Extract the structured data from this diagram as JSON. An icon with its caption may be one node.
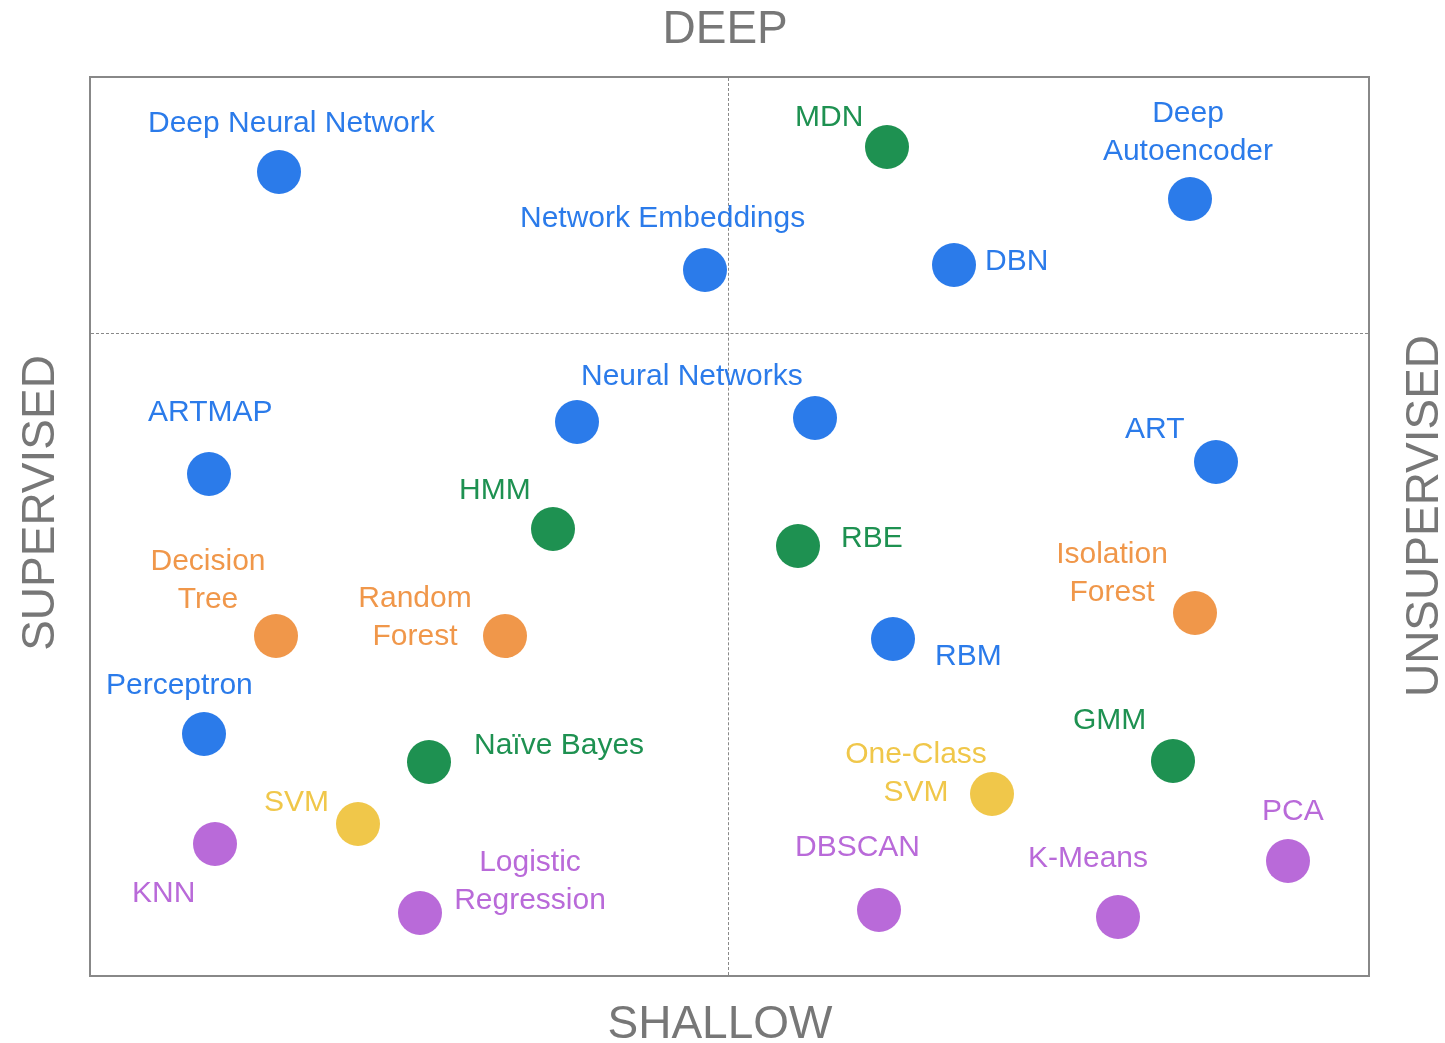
{
  "diagram": {
    "labels": [
      "DEEP",
      "Deep Neural Network",
      "MDN",
      "Deep Autoencoder",
      "Network Embeddings",
      "DBN",
      "SUPERVISED",
      "UNSUPERVISED",
      "Neural Networks",
      "ARTMAP",
      "ART",
      "HMM",
      "RBE",
      "Decision Tree",
      "Isolation Forest",
      "Random Forest",
      "RBM",
      "Perceptron",
      "GMM",
      "Naïve Bayes",
      "One-Class SVM",
      "SVM",
      "PCA",
      "DBSCAN",
      "K-Means",
      "Logistic Regression",
      "KNN",
      "SHALLOW"
    ]
  }
}
